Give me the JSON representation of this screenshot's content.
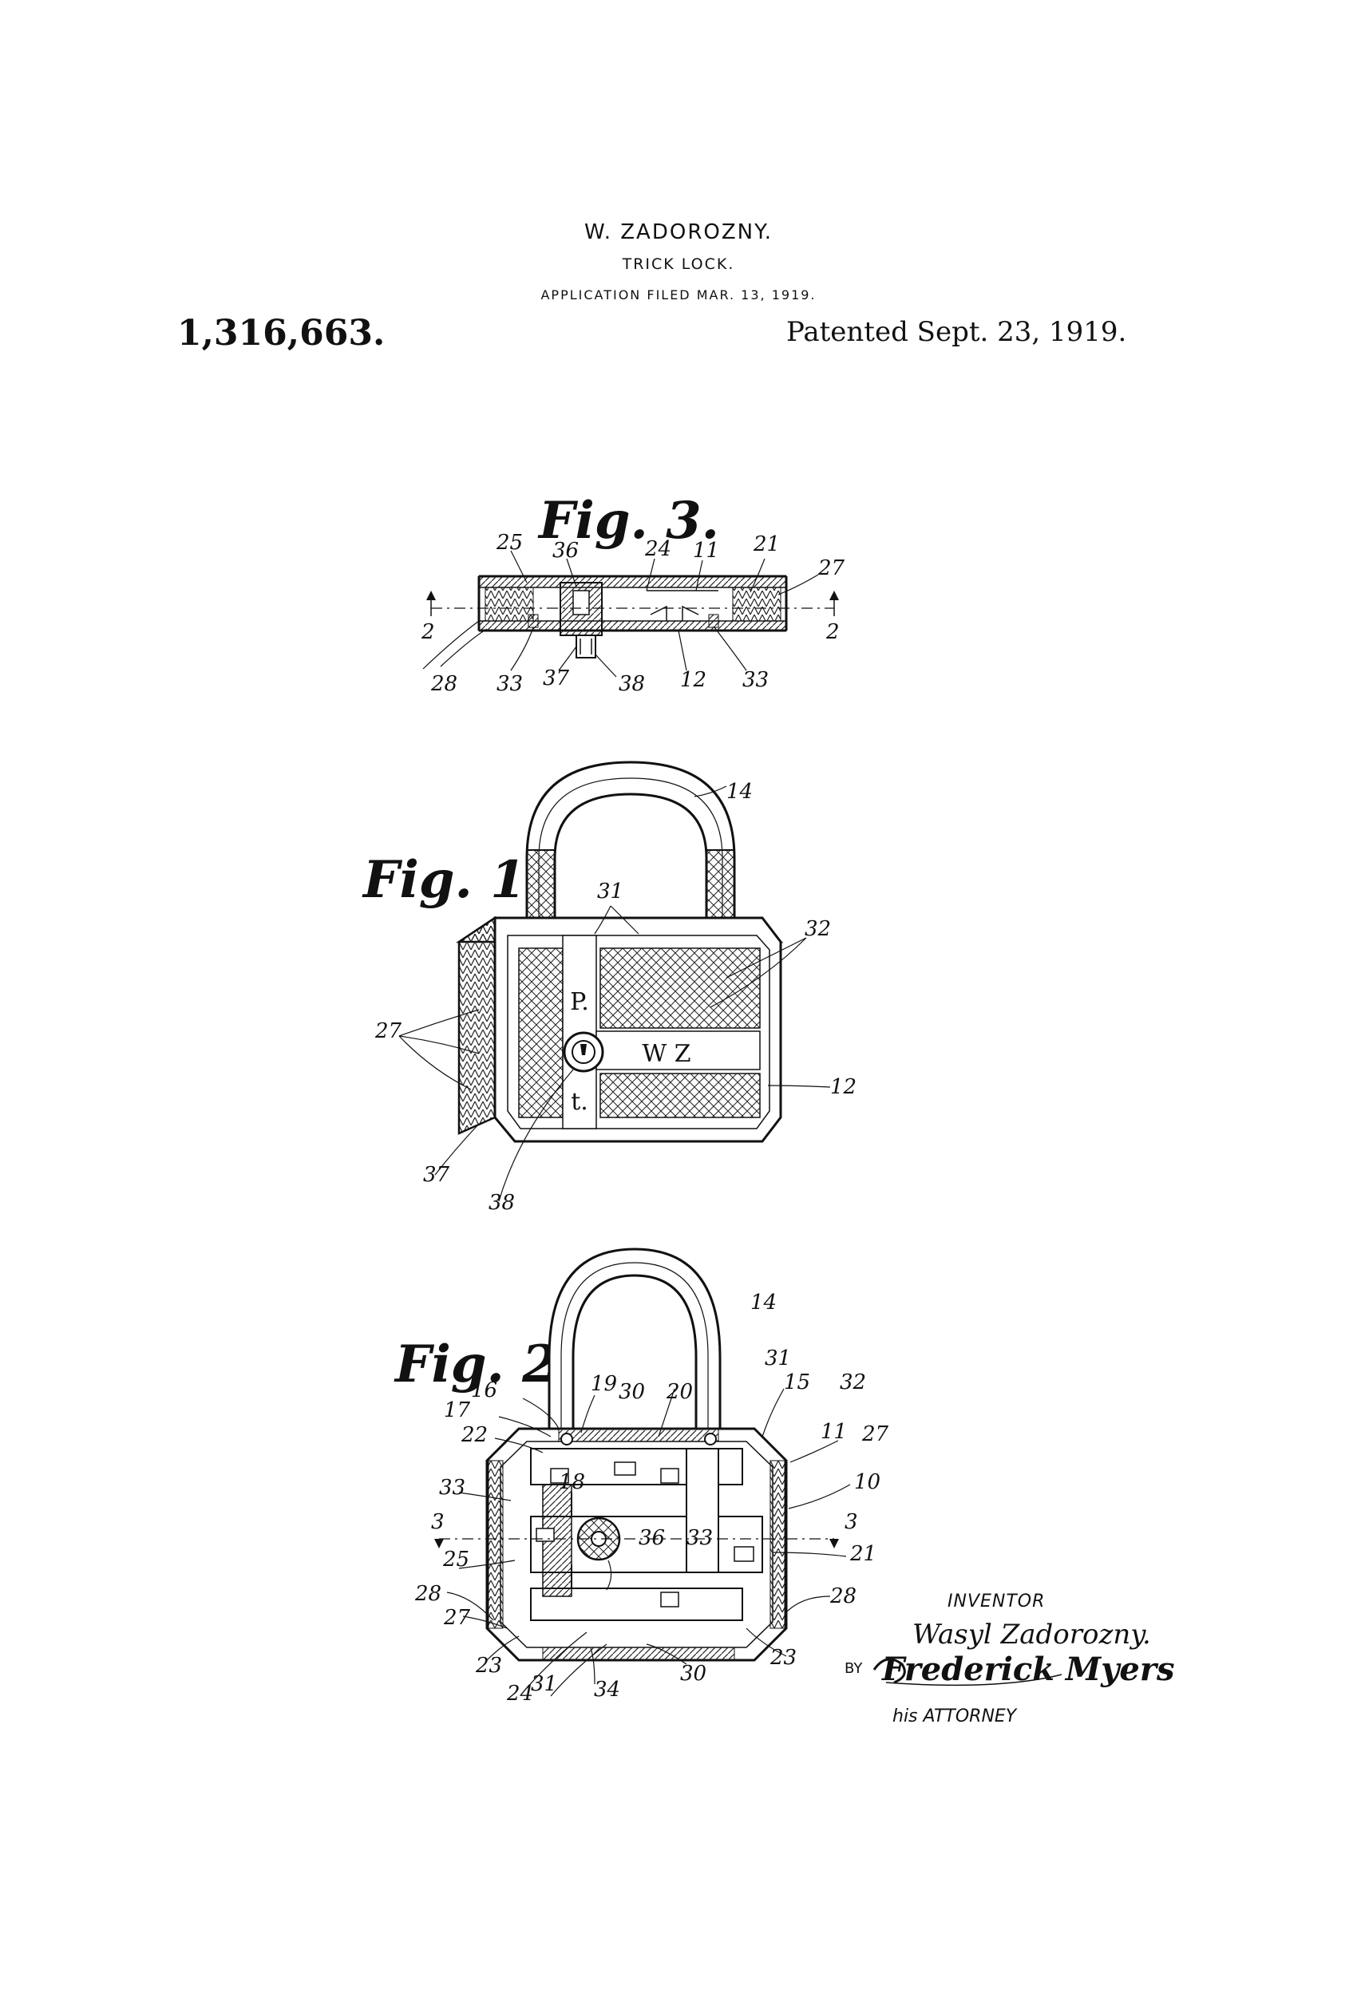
{
  "header": {
    "inventor": "W. ZADOROZNY.",
    "title": "TRICK LOCK.",
    "application": "APPLICATION FILED MAR. 13, 1919.",
    "patent_number": "1,316,663.",
    "patent_date": "Patented Sept. 23, 1919."
  },
  "figures": {
    "fig3": {
      "label": "Fig. 3."
    },
    "fig1": {
      "label": "Fig. 1.",
      "plate_letters": {
        "p": "P.",
        "wz": "W Z",
        "t": "t."
      }
    },
    "fig2": {
      "label": "Fig. 2."
    }
  },
  "references": {
    "fig3": [
      "25",
      "36",
      "24",
      "11",
      "21",
      "27",
      "2",
      "2",
      "28",
      "33",
      "37",
      "38",
      "12",
      "33"
    ],
    "fig1": [
      "14",
      "31",
      "32",
      "27",
      "12",
      "37",
      "38"
    ],
    "fig2": [
      "14",
      "31",
      "15",
      "32",
      "16",
      "17",
      "19",
      "30",
      "20",
      "11",
      "27",
      "22",
      "18",
      "10",
      "33",
      "3",
      "36",
      "33",
      "3",
      "21",
      "25",
      "28",
      "28",
      "27",
      "23",
      "23",
      "24",
      "31",
      "34",
      "30"
    ]
  },
  "signature": {
    "inventor_label": "INVENTOR",
    "inventor_name": "Wasyl Zadorozny.",
    "by": "BY",
    "attorney_name": "Frederick Myers",
    "attorney_label": "his ATTORNEY"
  }
}
